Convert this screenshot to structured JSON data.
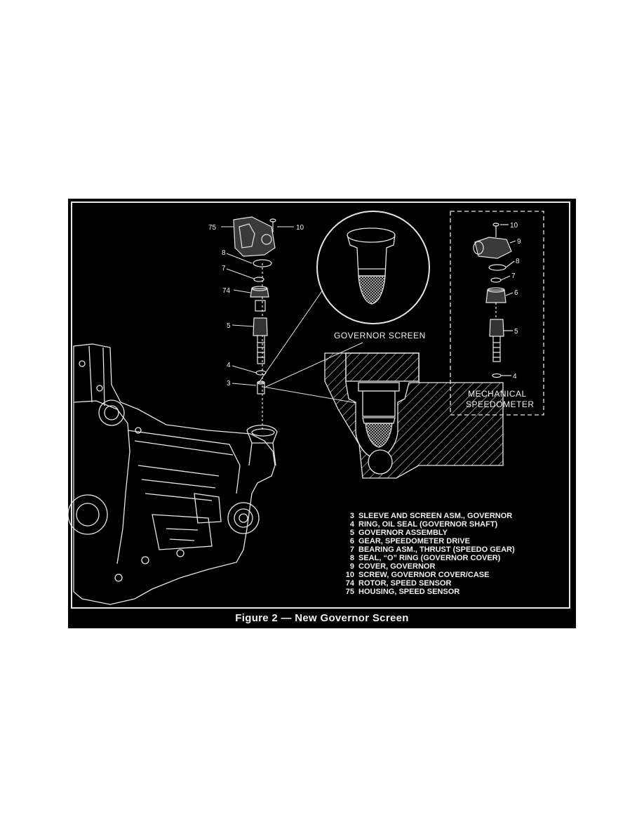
{
  "figure": {
    "caption": "Figure 2 — New Governor Screen",
    "inset_title": "GOVERNOR SCREEN",
    "mechanical_box_title_line1": "MECHANICAL",
    "mechanical_box_title_line2": "SPEEDOMETER",
    "callouts": {
      "main_75": "75",
      "main_10": "10",
      "main_8": "8",
      "main_7": "7",
      "main_74": "74",
      "main_5": "5",
      "main_4": "4",
      "main_3": "3",
      "mech_10": "10",
      "mech_9": "9",
      "mech_8": "8",
      "mech_7": "7",
      "mech_6": "6",
      "mech_5": "5",
      "mech_4": "4"
    },
    "legend": [
      {
        "num": "3",
        "text": "SLEEVE AND SCREEN ASM., GOVERNOR"
      },
      {
        "num": "4",
        "text": "RING, OIL SEAL (GOVERNOR SHAFT)"
      },
      {
        "num": "5",
        "text": "GOVERNOR ASSEMBLY"
      },
      {
        "num": "6",
        "text": "GEAR, SPEEDOMETER DRIVE"
      },
      {
        "num": "7",
        "text": "BEARING ASM., THRUST (SPEEDO GEAR)"
      },
      {
        "num": "8",
        "text": "SEAL, “O” RING (GOVERNOR COVER)"
      },
      {
        "num": "9",
        "text": "COVER, GOVERNOR"
      },
      {
        "num": "10",
        "text": "SCREW, GOVERNOR COVER/CASE"
      },
      {
        "num": "74",
        "text": "ROTOR, SPEED SENSOR"
      },
      {
        "num": "75",
        "text": "HOUSING, SPEED SENSOR"
      }
    ]
  }
}
